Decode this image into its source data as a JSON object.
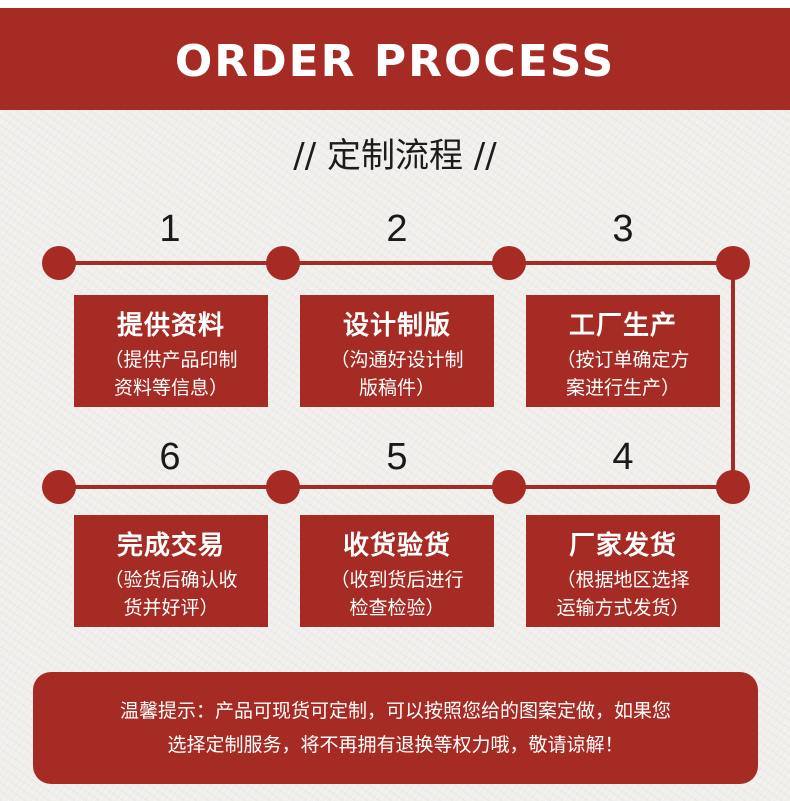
{
  "header": {
    "title": "ORDER PROCESS"
  },
  "subtitle": "// 定制流程 //",
  "steps": [
    {
      "num": "1",
      "title": "提供资料",
      "desc_line1": "（提供产品印制",
      "desc_line2": "资料等信息）"
    },
    {
      "num": "2",
      "title": "设计制版",
      "desc_line1": "（沟通好设计制",
      "desc_line2": "版稿件）"
    },
    {
      "num": "3",
      "title": "工厂生产",
      "desc_line1": "（按订单确定方",
      "desc_line2": "案进行生产）"
    },
    {
      "num": "4",
      "title": "厂家发货",
      "desc_line1": "（根据地区选择",
      "desc_line2": "运输方式发货）"
    },
    {
      "num": "5",
      "title": "收货验货",
      "desc_line1": "（收到货后进行",
      "desc_line2": "检查检验）"
    },
    {
      "num": "6",
      "title": "完成交易",
      "desc_line1": "（验货后确认收",
      "desc_line2": "货并好评）"
    }
  ],
  "notice": {
    "line1": "温馨提示：产品可现货可定制，可以按照您给的图案定做，如果您",
    "line2": "选择定制服务，将不再拥有退换等权力哦，敬请谅解！"
  },
  "colors": {
    "accent": "#a52b24",
    "background": "#f1efec"
  }
}
